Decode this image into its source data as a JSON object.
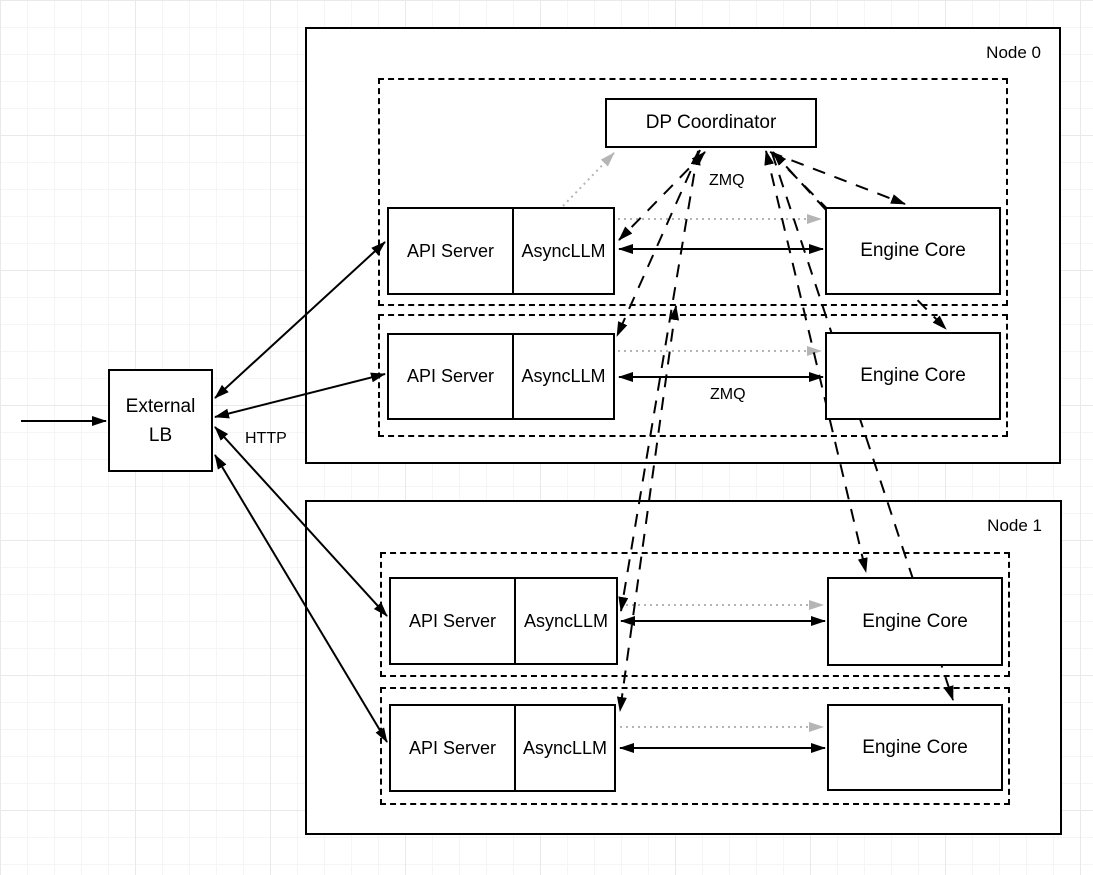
{
  "colors": {
    "line": "#000000",
    "gray_link": "#b5b5b5",
    "box_fill": "#ffffff",
    "grid_minor": "#f5f5f5",
    "grid_major": "#e9e9e9"
  },
  "external_lb": {
    "line1": "External",
    "line2": "LB"
  },
  "edge_labels": {
    "http": "HTTP",
    "zmq_node0_top": "ZMQ",
    "zmq_node0_bottom": "ZMQ"
  },
  "nodes": [
    {
      "label": "Node 0",
      "coordinator_label": "DP Coordinator",
      "ranks": [
        {
          "api_server": "API Server",
          "async_llm": "AsyncLLM",
          "engine_core": "Engine Core"
        },
        {
          "api_server": "API Server",
          "async_llm": "AsyncLLM",
          "engine_core": "Engine Core"
        }
      ]
    },
    {
      "label": "Node 1",
      "ranks": [
        {
          "api_server": "API Server",
          "async_llm": "AsyncLLM",
          "engine_core": "Engine Core"
        },
        {
          "api_server": "API Server",
          "async_llm": "AsyncLLM",
          "engine_core": "Engine Core"
        }
      ]
    }
  ],
  "connections": [
    {
      "from": "incoming-client",
      "to": "External LB",
      "style": "solid-arrow"
    },
    {
      "from": "External LB",
      "to": "each API Server",
      "style": "solid-bidirectional",
      "protocol": "HTTP"
    },
    {
      "from": "AsyncLLM",
      "to": "Engine Core",
      "style": "solid-bidirectional",
      "protocol": "ZMQ"
    },
    {
      "from": "AsyncLLM",
      "to": "Engine Core",
      "style": "gray-dotted-arrow"
    },
    {
      "from": "AsyncLLM",
      "to": "DP Coordinator",
      "style": "black-dashed-bidirectional"
    },
    {
      "from": "API Server (rank 0)",
      "to": "DP Coordinator",
      "style": "gray-dotted-arrow"
    },
    {
      "from": "DP Coordinator",
      "to": "each Engine Core",
      "style": "black-dashed-arrow"
    }
  ]
}
